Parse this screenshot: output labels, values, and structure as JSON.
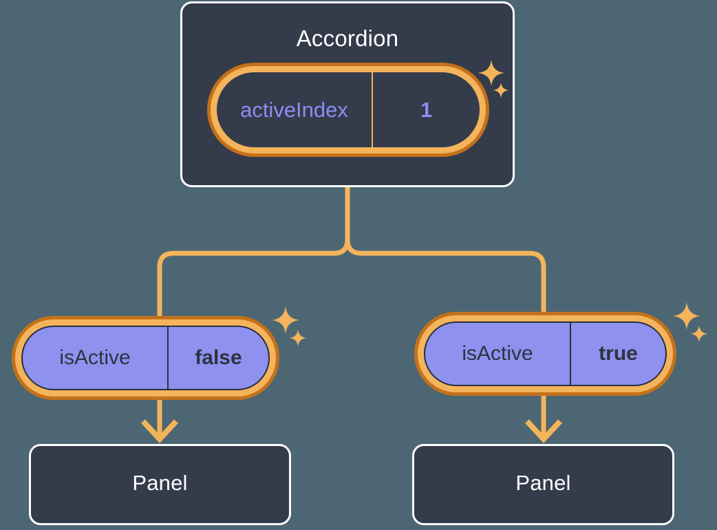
{
  "background_color": "#4c6773",
  "palette": {
    "card_bg": "#343b4a",
    "card_border": "#ffffff",
    "ring_outer": "#c4711b",
    "ring_inner": "#f4b45c",
    "wire": "#f4b45c",
    "pill_purple": "#8f91ef",
    "accent_text": "#8b8df3",
    "dark_text": "#2e3340"
  },
  "tree": {
    "root": {
      "title": "Accordion",
      "state": {
        "key": "activeIndex",
        "value": "1"
      }
    },
    "branches": [
      {
        "state": {
          "key": "isActive",
          "value": "false"
        },
        "child": {
          "title": "Panel"
        }
      },
      {
        "state": {
          "key": "isActive",
          "value": "true"
        },
        "child": {
          "title": "Panel"
        }
      }
    ]
  },
  "decorations": {
    "sparkle_icon": "sparkle-four-point-star",
    "sparkle_count": 6
  }
}
